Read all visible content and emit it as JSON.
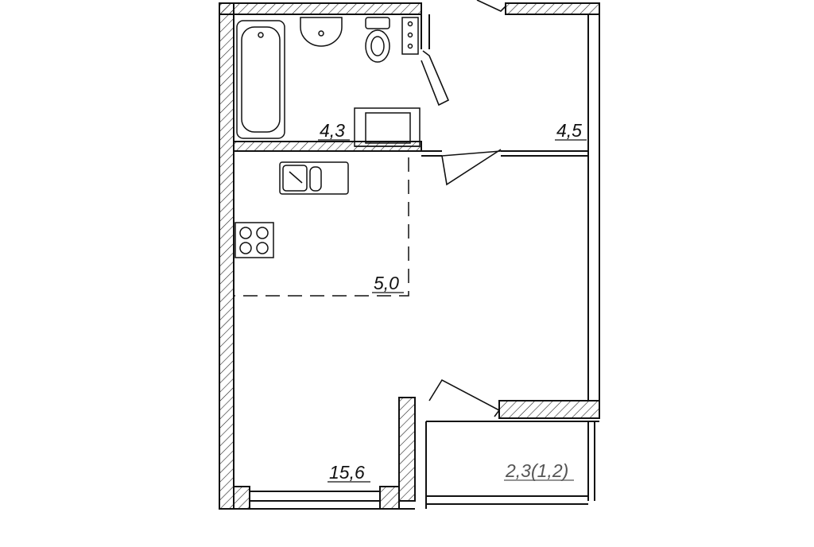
{
  "floorplan": {
    "rooms": [
      {
        "id": "bathroom",
        "area": "4,3"
      },
      {
        "id": "hallway",
        "area": "4,5"
      },
      {
        "id": "kitchen-zone",
        "area": "5,0"
      },
      {
        "id": "living-room",
        "area": "15,6"
      },
      {
        "id": "balcony",
        "area": "2,3(1,2)"
      }
    ],
    "colors": {
      "line": "#111111",
      "hatch": "#222222",
      "background": "#ffffff",
      "balcony_text": "#555555"
    }
  }
}
